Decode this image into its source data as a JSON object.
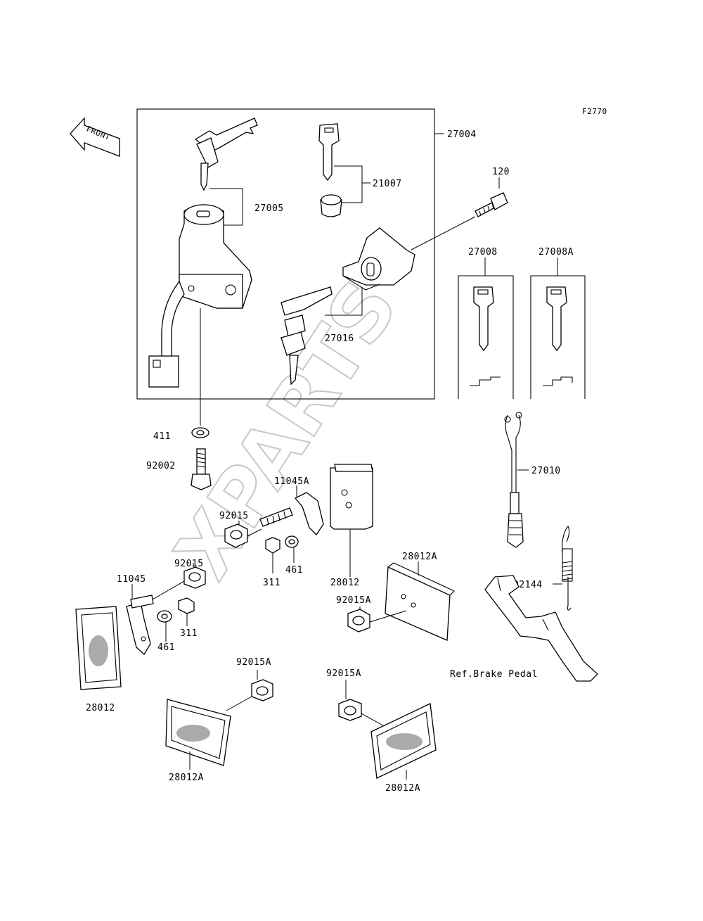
{
  "diagram_code": "F2770",
  "watermark": "XPARTS",
  "front_label": "FRONT",
  "parts": {
    "p27004": "27004",
    "p27005": "27005",
    "p21007": "21007",
    "p120": "120",
    "p27008": "27008",
    "p27008A": "27008A",
    "p27016": "27016",
    "p411": "411",
    "p92002": "92002",
    "p11045A": "11045A",
    "p27010": "27010",
    "p92015_a": "92015",
    "p92015_b": "92015",
    "p28012_a": "28012",
    "p311_a": "311",
    "p461_a": "461",
    "p11045": "11045",
    "p461_b": "461",
    "p311_b": "311",
    "p28012A_a": "28012A",
    "p92015A_a": "92015A",
    "p92144": "92144",
    "ref_brake": "Ref.Brake Pedal",
    "p28012_b": "28012",
    "p92015A_b": "92015A",
    "p92015A_c": "92015A",
    "p28012A_b": "28012A",
    "p28012A_c": "28012A"
  }
}
